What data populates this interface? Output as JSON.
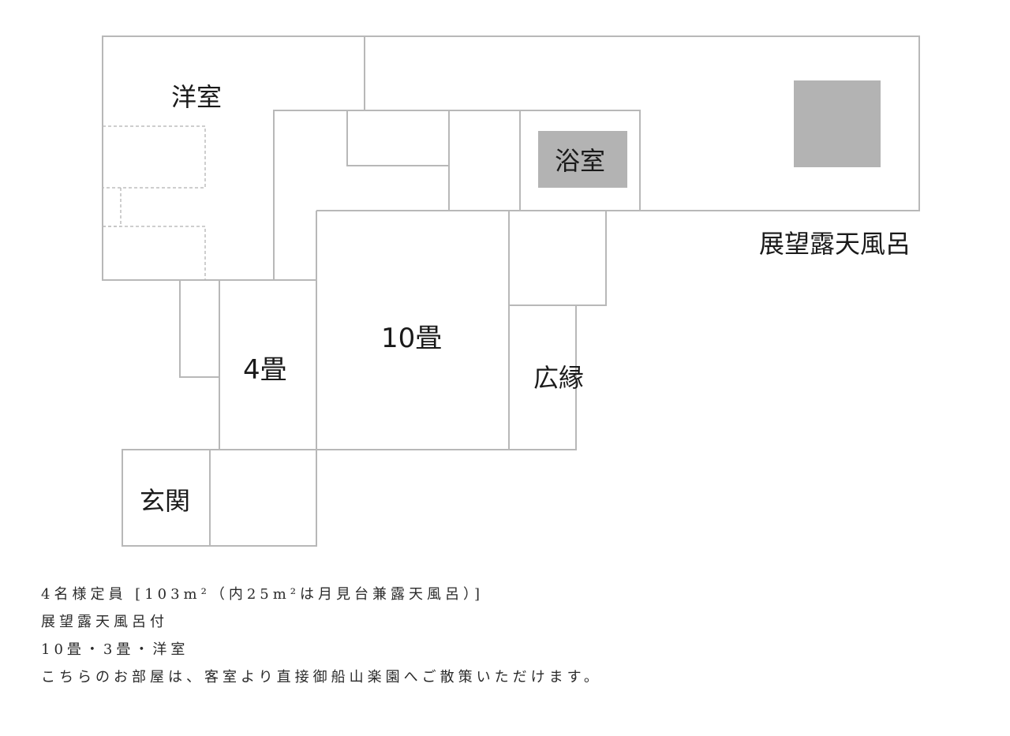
{
  "floorplan": {
    "rooms": {
      "western_room": "洋室",
      "bathroom": "浴室",
      "open_air_bath": "展望露天風呂",
      "ten_mat": "10畳",
      "four_mat": "4畳",
      "veranda": "広縁",
      "entrance": "玄関"
    }
  },
  "description": {
    "capacity_line": "4名様定員 [103m²（内25m²は月見台兼露天風呂）]",
    "bath_line": "展望露天風呂付",
    "rooms_line": "10畳・3畳・洋室",
    "note_line": "こちらのお部屋は、客室より直接御船山楽園へご散策いただけます。"
  }
}
